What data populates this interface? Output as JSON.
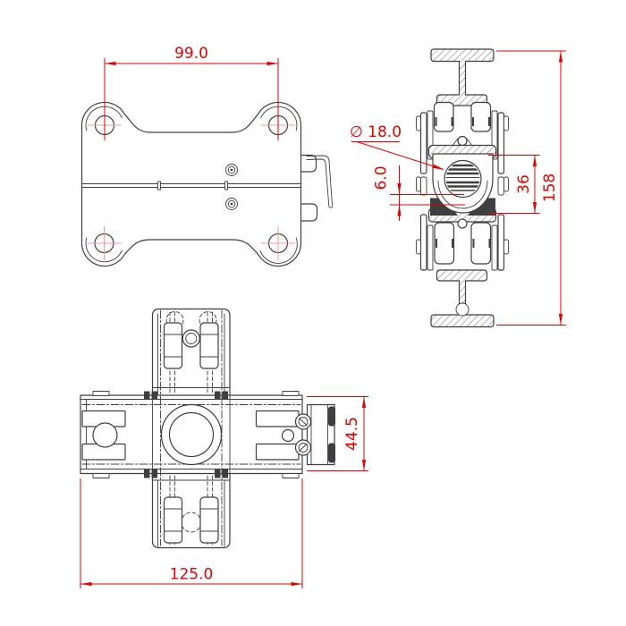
{
  "drawing": {
    "background": "#ffffff",
    "geometry_line_color": "#3f3f3f",
    "dimension_color": "#e60000",
    "centerline_color": "#f09a9a"
  },
  "views": {
    "front": {
      "name": "front-view",
      "dims": {
        "hole_spacing": "99.0"
      }
    },
    "side": {
      "name": "side-section-view",
      "dims": {
        "hole_diameter": "∅ 18.0",
        "plate_gap": "6.0",
        "shackle_height": "36",
        "overall_height": "158"
      }
    },
    "top": {
      "name": "top-view",
      "dims": {
        "body_depth": "44.5",
        "body_width": "125.0"
      }
    }
  }
}
